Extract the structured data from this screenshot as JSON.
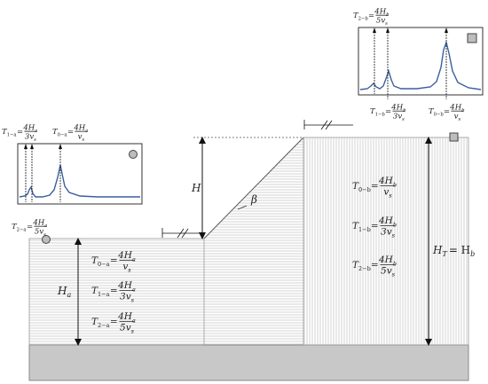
{
  "labels": {
    "H": "H",
    "beta": "β",
    "Ha": "H",
    "Ha_sub": "a",
    "HT": "H",
    "HT_sub": "T",
    "HT_eq": "= H",
    "HT_eq_sub": "b"
  },
  "layer_a_formulas": [
    {
      "lhs": "T",
      "sub": "0−a",
      "num": "4H",
      "num_sub": "a",
      "den": "v",
      "den_sub": "s"
    },
    {
      "lhs": "T",
      "sub": "1−a",
      "num": "4H",
      "num_sub": "a",
      "den": "3v",
      "den_sub": "s"
    },
    {
      "lhs": "T",
      "sub": "2−a",
      "num": "4H",
      "num_sub": "a",
      "den": "5v",
      "den_sub": "s"
    }
  ],
  "layer_b_formulas": [
    {
      "lhs": "T",
      "sub": "0−b",
      "num": "4H",
      "num_sub": "b",
      "den": "v",
      "den_sub": "s"
    },
    {
      "lhs": "T",
      "sub": "1−b",
      "num": "4H",
      "num_sub": "b",
      "den": "3v",
      "den_sub": "s"
    },
    {
      "lhs": "T",
      "sub": "2−b",
      "num": "4H",
      "num_sub": "b",
      "den": "5v",
      "den_sub": "s"
    }
  ],
  "spectrum_a_labels": [
    {
      "lhs": "T",
      "sub": "1−a",
      "num": "4H",
      "num_sub": "a",
      "den": "3v",
      "den_sub": "s"
    },
    {
      "lhs": "T",
      "sub": "0−a",
      "num": "4H",
      "num_sub": "a",
      "den": "v",
      "den_sub": "s"
    },
    {
      "lhs": "T",
      "sub": "2−a",
      "num": "4H",
      "num_sub": "a",
      "den": "5v",
      "den_sub": "s"
    }
  ],
  "spectrum_b_labels": [
    {
      "lhs": "T",
      "sub": "2−b",
      "num": "4H",
      "num_sub": "b",
      "den": "5v",
      "den_sub": "s"
    },
    {
      "lhs": "T",
      "sub": "1−b",
      "num": "4H",
      "num_sub": "b",
      "den": "3v",
      "den_sub": "s"
    },
    {
      "lhs": "T",
      "sub": "0−b",
      "num": "4H",
      "num_sub": "b",
      "den": "v",
      "den_sub": "s"
    }
  ],
  "colors": {
    "curve": "#3a5f9e",
    "bedrock": "#c8c8c8",
    "marker_fill": "#bdbdbd",
    "hatch": "#9a9a9a"
  },
  "markers": {
    "station_a": "circle",
    "station_b": "square"
  }
}
